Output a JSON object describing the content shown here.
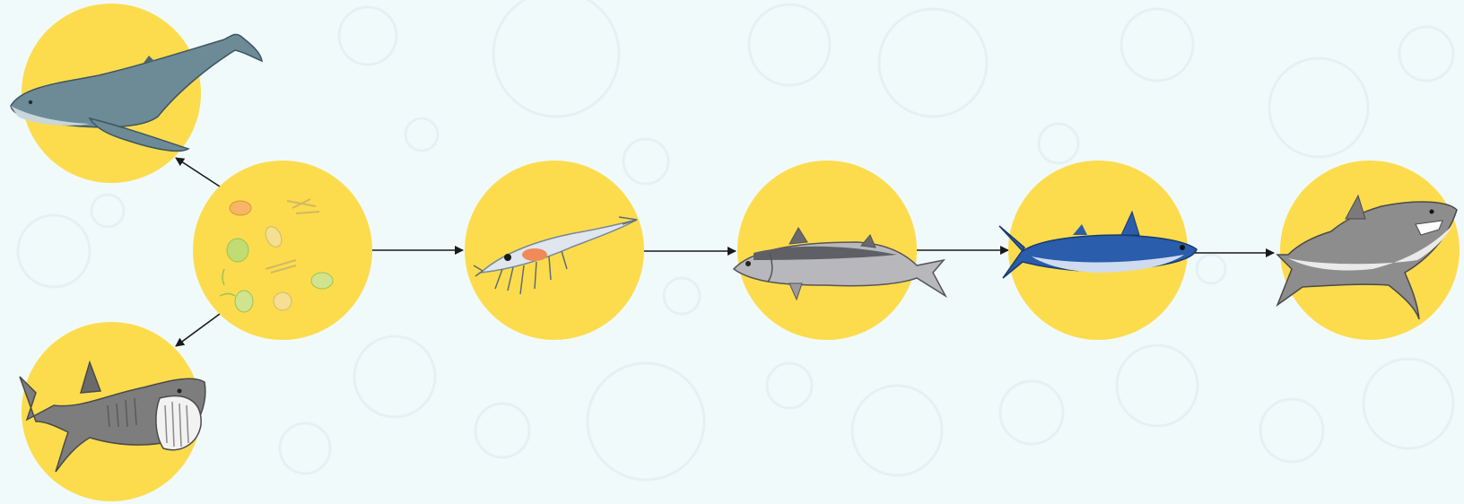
{
  "diagram": {
    "type": "food-web",
    "colors": {
      "background": "#f1fafb",
      "background_pattern": "#e4f1f3",
      "node_fill": "#fcdc4d",
      "arrow": "#1a1a1a"
    },
    "nodes": [
      {
        "id": "plankton",
        "icon": "plankton-icon"
      },
      {
        "id": "krill",
        "icon": "krill-icon"
      },
      {
        "id": "mackerel",
        "icon": "mackerel-icon"
      },
      {
        "id": "tuna",
        "icon": "tuna-icon"
      },
      {
        "id": "great-white-shark",
        "icon": "great-white-shark-icon"
      },
      {
        "id": "humpback-whale",
        "icon": "humpback-whale-icon"
      },
      {
        "id": "basking-shark",
        "icon": "basking-shark-icon"
      }
    ],
    "edges": [
      {
        "from": "plankton",
        "to": "krill"
      },
      {
        "from": "krill",
        "to": "mackerel"
      },
      {
        "from": "mackerel",
        "to": "tuna"
      },
      {
        "from": "tuna",
        "to": "great-white-shark"
      },
      {
        "from": "plankton",
        "to": "humpback-whale"
      },
      {
        "from": "plankton",
        "to": "basking-shark"
      }
    ]
  }
}
